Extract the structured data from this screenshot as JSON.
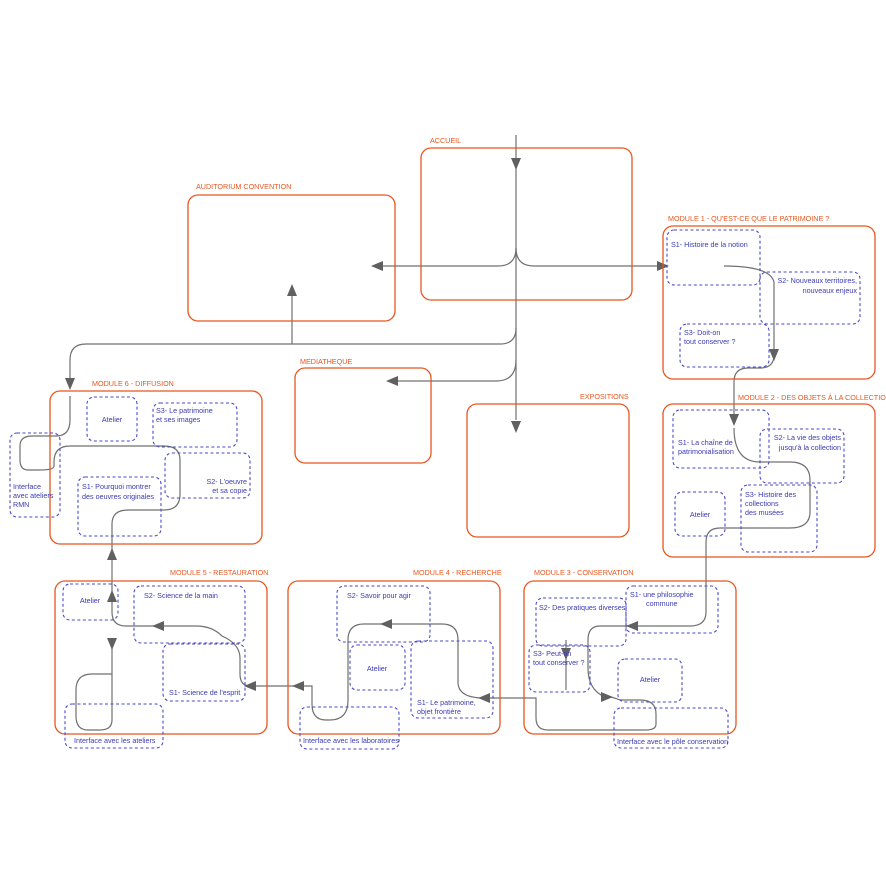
{
  "rooms": {
    "accueil": "ACCUEIL",
    "auditorium": "AUDITORIUM CONVENTION",
    "mediatheque": "MEDIATHEQUE",
    "expositions": "EXPOSITIONS",
    "module1": "MODULE 1 - QU'EST-CE QUE LE PATRIMOINE ?",
    "module2": "MODULE 2 - DES OBJETS À LA COLLECTION",
    "module3": "MODULE 3 - CONSERVATION",
    "module4": "MODULE 4 - RECHERCHE",
    "module5": "MODULE 5 - RESTAURATION",
    "module6": "MODULE 6 - DIFFUSION"
  },
  "module1": {
    "s1": "S1- Histoire de la notion",
    "s2": [
      "S2- Nouveaux  territoires,",
      "nouveaux enjeux"
    ],
    "s3": [
      "S3- Doit-on",
      "tout conserver ?"
    ]
  },
  "module2": {
    "s1": [
      "S1- La chaîne de",
      "patrimonialisation"
    ],
    "s2": [
      "S2- La vie des objets",
      "jusqu'à la collection"
    ],
    "s3": [
      "S3- Histoire des",
      "collections",
      "des musées"
    ],
    "atelier": "Atelier"
  },
  "module3": {
    "s1": [
      "S1- une philosophie",
      "commune"
    ],
    "s2": "S2- Des pratiques diverses",
    "s3": [
      "S3- Peut-on",
      "tout conserver ?"
    ],
    "atelier": "Atelier",
    "interface": "Interface avec  le pôle conservation"
  },
  "module4": {
    "s1": [
      "S1- Le patrimoine,",
      "objet frontière"
    ],
    "s2": "S2- Savoir pour agir",
    "atelier": "Atelier",
    "interface": "Interface avec les laboratoires"
  },
  "module5": {
    "s1": "S1- Science de l'esprit",
    "s2": "S2- Science de la main",
    "atelier": "Atelier",
    "interface": "Interface avec les ateliers"
  },
  "module6": {
    "s1": [
      "S1- Pourquoi montrer",
      "des oeuvres originales"
    ],
    "s2": [
      "S2- L'oeuvre",
      "et sa copie"
    ],
    "s3": [
      "S3- Le patrimoine",
      "et ses images"
    ],
    "atelier": "Atelier",
    "interface": [
      "Interface",
      "avec  ateliers",
      "RMN"
    ]
  },
  "colors": {
    "room": "#e8561f",
    "sub": "#4a4ac8",
    "flow": "#707070"
  }
}
